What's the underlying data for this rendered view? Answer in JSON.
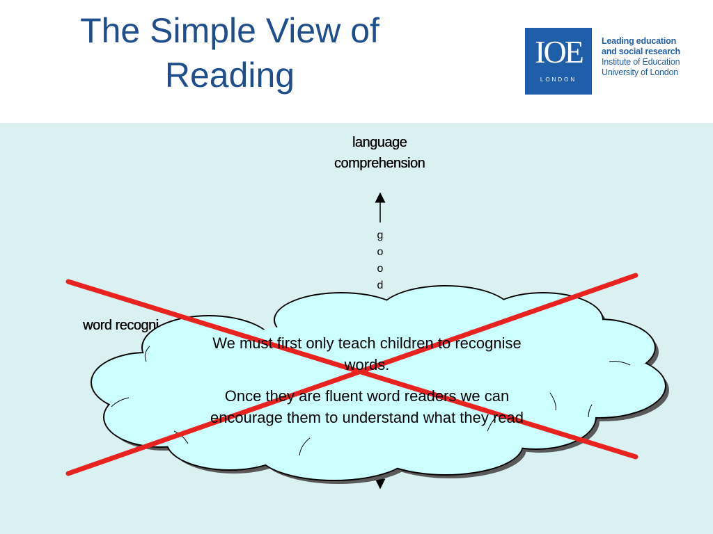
{
  "slide": {
    "title_line1": "The Simple View of",
    "title_line2": "Reading"
  },
  "logo": {
    "mark": "IOE",
    "sub": "LONDON",
    "tagline_line1": "Leading education",
    "tagline_line2": "and social research",
    "tagline_line3": "Institute of Education",
    "tagline_line4": "University of London",
    "brand_color": "#1f5ea8"
  },
  "diagram": {
    "y_axis_label_line1": "language",
    "y_axis_label_line2": "comprehension",
    "x_axis_label": "word recogni",
    "axis_letters": [
      "g",
      "o",
      "o",
      "d"
    ]
  },
  "callout": {
    "paragraph1": "We must first only teach children to recognise words.",
    "paragraph2": "Once they are fluent word readers we can encourage them to understand what they read",
    "fill_color": "#ccffff"
  },
  "cross": {
    "color": "#e8231f"
  },
  "colors": {
    "title": "#1f4e8c",
    "panel_bg": "#d9f1f0"
  }
}
